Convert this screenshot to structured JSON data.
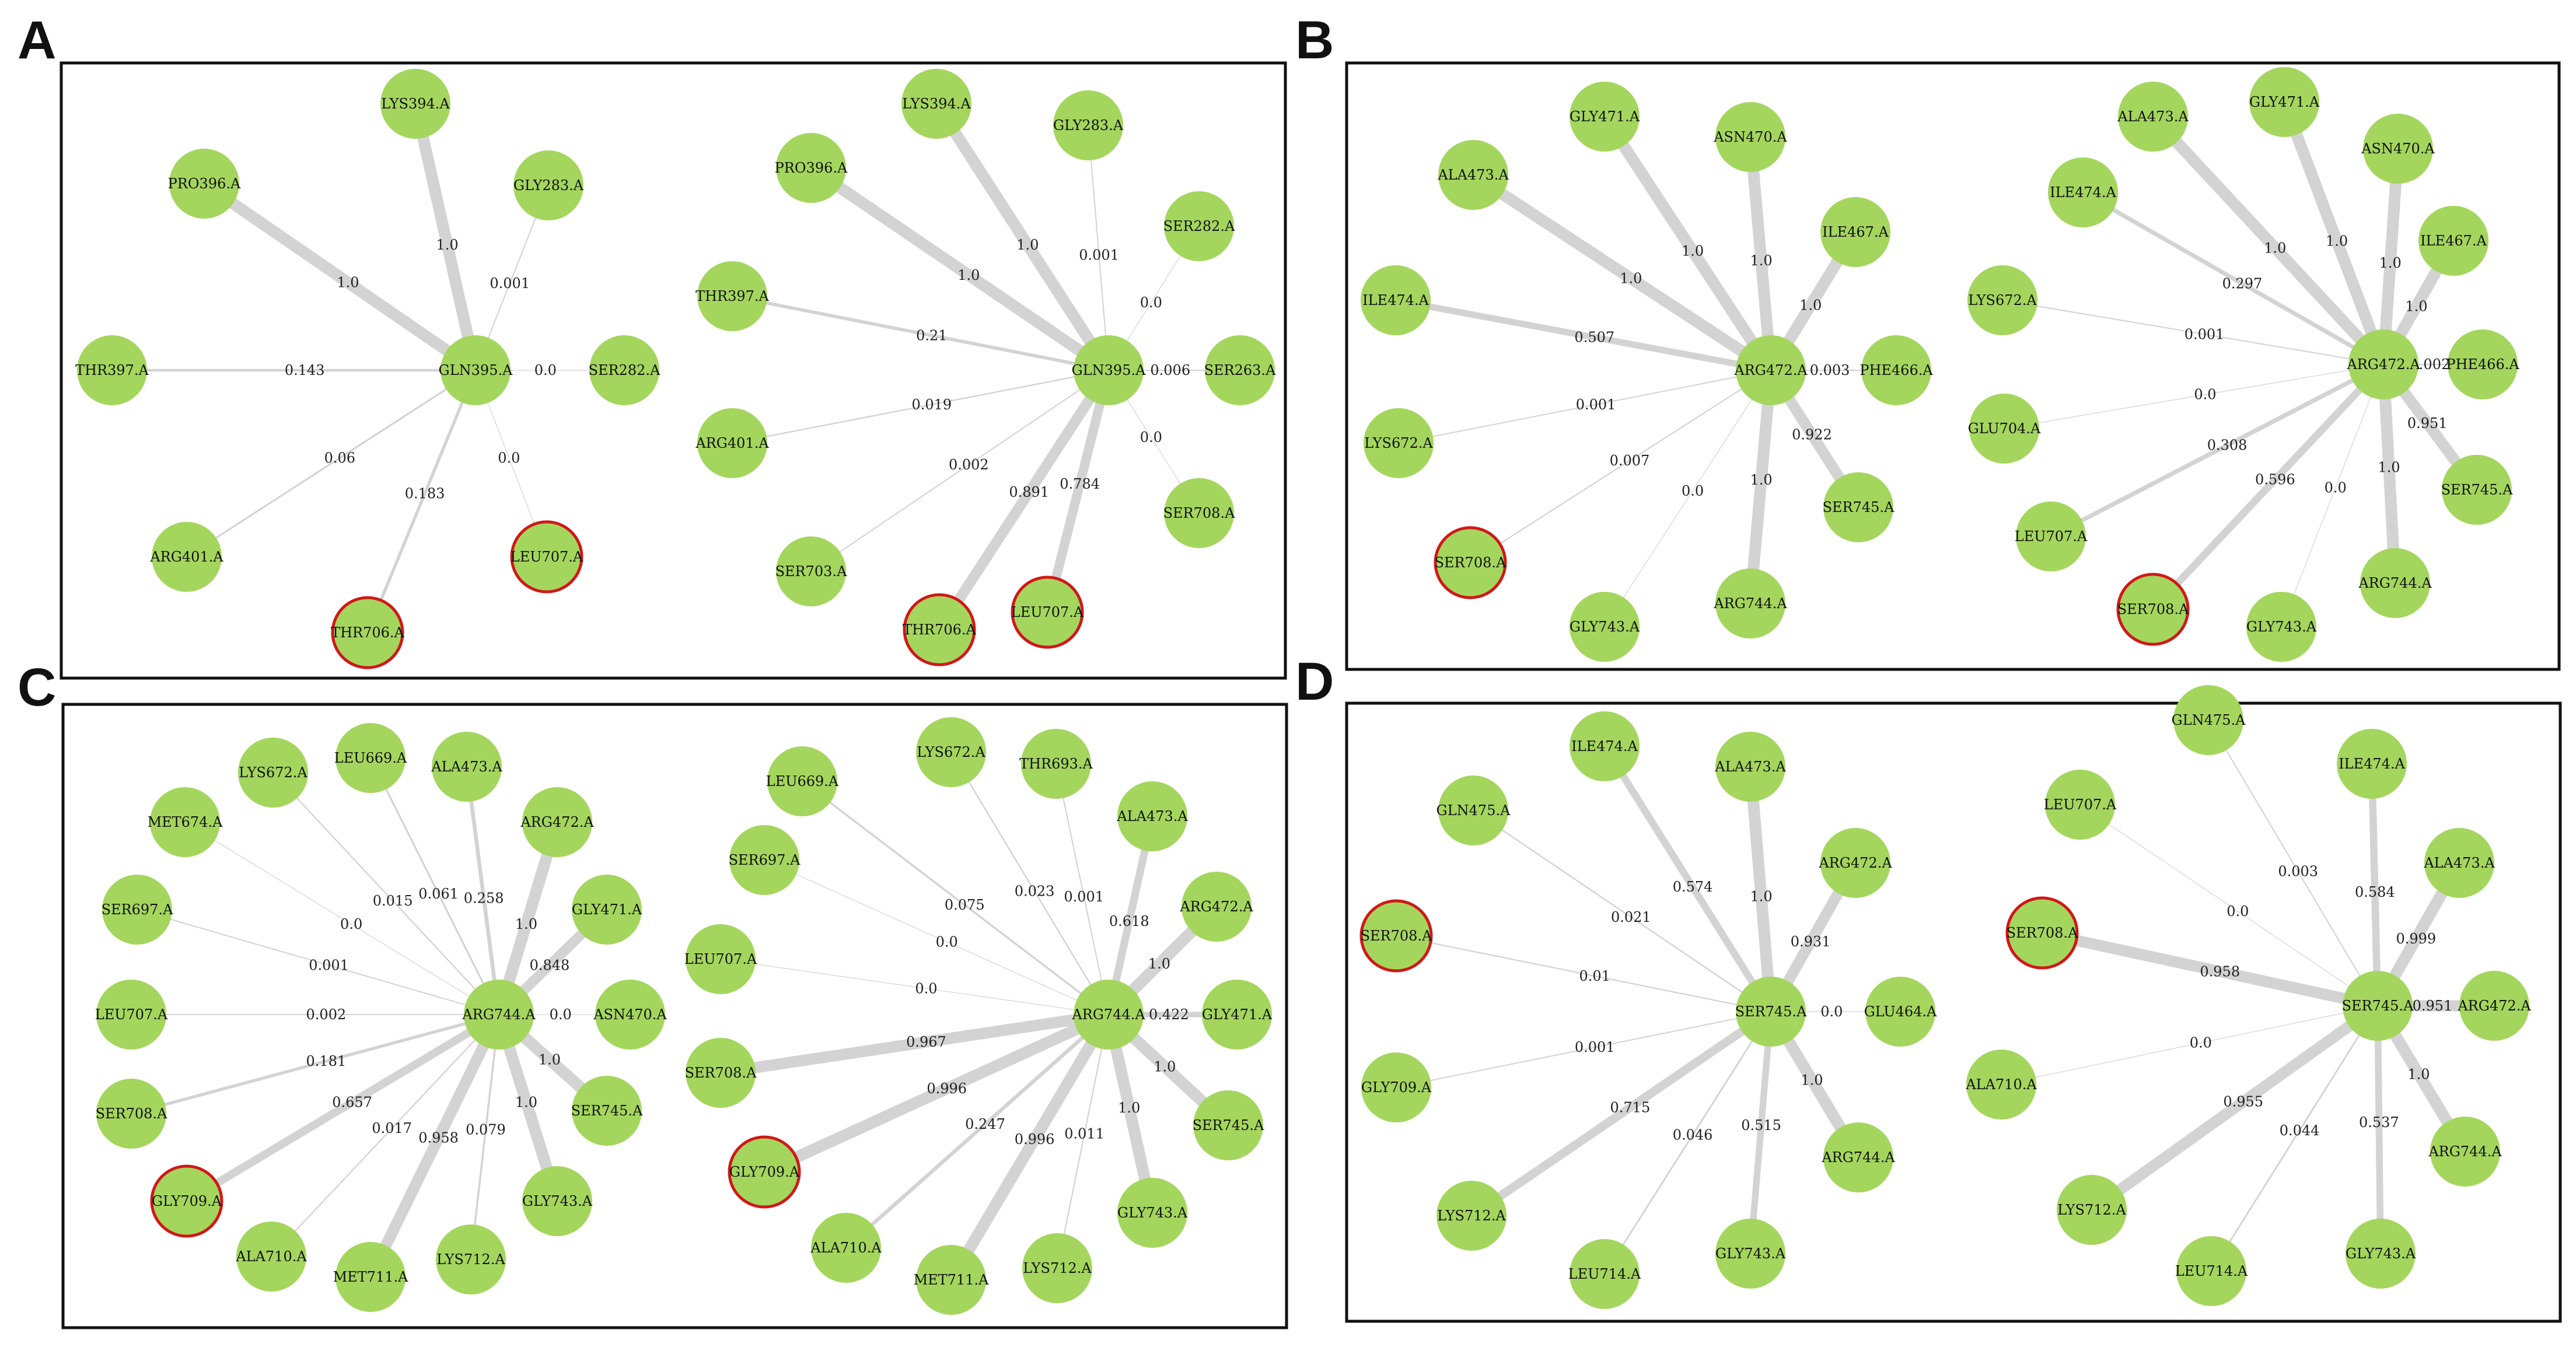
{
  "colors": {
    "node": "#a4d65e",
    "highlight": "#d01818",
    "edge": "#d3d3d3",
    "frame": "#111111"
  },
  "panels": [
    {
      "letter": "A",
      "networks": [
        {
          "center": "GLN395.A",
          "neighbors": [
            {
              "name": "LYS394.A",
              "weight": "1.0"
            },
            {
              "name": "PRO396.A",
              "weight": "1.0"
            },
            {
              "name": "GLY283.A",
              "weight": "0.001"
            },
            {
              "name": "THR397.A",
              "weight": "0.143"
            },
            {
              "name": "SER282.A",
              "weight": "0.0"
            },
            {
              "name": "ARG401.A",
              "weight": "0.06"
            },
            {
              "name": "LEU707.A",
              "weight": "0.0",
              "highlight": true
            },
            {
              "name": "THR706.A",
              "weight": "0.183",
              "highlight": true
            }
          ]
        },
        {
          "center": "GLN395.A",
          "neighbors": [
            {
              "name": "LYS394.A",
              "weight": "1.0"
            },
            {
              "name": "GLY283.A",
              "weight": "0.001"
            },
            {
              "name": "PRO396.A",
              "weight": "1.0"
            },
            {
              "name": "SER282.A",
              "weight": "0.0"
            },
            {
              "name": "THR397.A",
              "weight": "0.21"
            },
            {
              "name": "SER263.A",
              "weight": "0.006"
            },
            {
              "name": "ARG401.A",
              "weight": "0.019"
            },
            {
              "name": "SER708.A",
              "weight": "0.0"
            },
            {
              "name": "SER703.A",
              "weight": "0.002"
            },
            {
              "name": "THR706.A",
              "weight": "0.891",
              "highlight": true
            },
            {
              "name": "LEU707.A",
              "weight": "0.784",
              "highlight": true
            }
          ]
        }
      ]
    },
    {
      "letter": "B",
      "networks": [
        {
          "center": "ARG472.A",
          "neighbors": [
            {
              "name": "GLY471.A",
              "weight": "1.0"
            },
            {
              "name": "ASN470.A",
              "weight": "1.0"
            },
            {
              "name": "ALA473.A",
              "weight": "1.0"
            },
            {
              "name": "ILE467.A",
              "weight": "1.0"
            },
            {
              "name": "ILE474.A",
              "weight": "0.507"
            },
            {
              "name": "PHE466.A",
              "weight": "0.003"
            },
            {
              "name": "LYS672.A",
              "weight": "0.001"
            },
            {
              "name": "SER745.A",
              "weight": "0.922"
            },
            {
              "name": "SER708.A",
              "weight": "0.007",
              "highlight": true
            },
            {
              "name": "GLY743.A",
              "weight": "0.0"
            },
            {
              "name": "ARG744.A",
              "weight": "1.0"
            }
          ]
        },
        {
          "center": "ARG472.A",
          "neighbors": [
            {
              "name": "ALA473.A",
              "weight": "1.0"
            },
            {
              "name": "GLY471.A",
              "weight": "1.0"
            },
            {
              "name": "ASN470.A",
              "weight": "1.0"
            },
            {
              "name": "ILE474.A",
              "weight": "0.297"
            },
            {
              "name": "ILE467.A",
              "weight": "1.0"
            },
            {
              "name": "LYS672.A",
              "weight": "0.001"
            },
            {
              "name": "PHE466.A",
              "weight": "0.002"
            },
            {
              "name": "GLU704.A",
              "weight": "0.0"
            },
            {
              "name": "SER745.A",
              "weight": "0.951"
            },
            {
              "name": "LEU707.A",
              "weight": "0.308"
            },
            {
              "name": "SER708.A",
              "weight": "0.596",
              "highlight": true
            },
            {
              "name": "GLY743.A",
              "weight": "0.0"
            },
            {
              "name": "ARG744.A",
              "weight": "1.0"
            }
          ]
        }
      ]
    },
    {
      "letter": "C",
      "networks": [
        {
          "center": "ARG744.A",
          "neighbors": [
            {
              "name": "LEU669.A",
              "weight": "0.061"
            },
            {
              "name": "LYS672.A",
              "weight": "0.015"
            },
            {
              "name": "ALA473.A",
              "weight": "0.258"
            },
            {
              "name": "MET674.A",
              "weight": "0.0"
            },
            {
              "name": "ARG472.A",
              "weight": "1.0"
            },
            {
              "name": "SER697.A",
              "weight": "0.001"
            },
            {
              "name": "GLY471.A",
              "weight": "0.848"
            },
            {
              "name": "LEU707.A",
              "weight": "0.002"
            },
            {
              "name": "ASN470.A",
              "weight": "0.0"
            },
            {
              "name": "SER708.A",
              "weight": "0.181"
            },
            {
              "name": "SER745.A",
              "weight": "1.0"
            },
            {
              "name": "GLY709.A",
              "weight": "0.657",
              "highlight": true
            },
            {
              "name": "GLY743.A",
              "weight": "1.0"
            },
            {
              "name": "ALA710.A",
              "weight": "0.017"
            },
            {
              "name": "MET711.A",
              "weight": "0.958"
            },
            {
              "name": "LYS712.A",
              "weight": "0.079"
            }
          ]
        },
        {
          "center": "ARG744.A",
          "neighbors": [
            {
              "name": "LYS672.A",
              "weight": "0.023"
            },
            {
              "name": "LEU669.A",
              "weight": "0.075"
            },
            {
              "name": "THR693.A",
              "weight": "0.001"
            },
            {
              "name": "ALA473.A",
              "weight": "0.618"
            },
            {
              "name": "SER697.A",
              "weight": "0.0"
            },
            {
              "name": "ARG472.A",
              "weight": "1.0"
            },
            {
              "name": "LEU707.A",
              "weight": "0.0"
            },
            {
              "name": "GLY471.A",
              "weight": "0.422"
            },
            {
              "name": "SER708.A",
              "weight": "0.967"
            },
            {
              "name": "SER745.A",
              "weight": "1.0"
            },
            {
              "name": "GLY709.A",
              "weight": "0.996",
              "highlight": true
            },
            {
              "name": "GLY743.A",
              "weight": "1.0"
            },
            {
              "name": "ALA710.A",
              "weight": "0.247"
            },
            {
              "name": "MET711.A",
              "weight": "0.996"
            },
            {
              "name": "LYS712.A",
              "weight": "0.011"
            }
          ]
        }
      ]
    },
    {
      "letter": "D",
      "networks": [
        {
          "center": "SER745.A",
          "neighbors": [
            {
              "name": "ILE474.A",
              "weight": "0.574"
            },
            {
              "name": "ALA473.A",
              "weight": "1.0"
            },
            {
              "name": "GLN475.A",
              "weight": "0.021"
            },
            {
              "name": "ARG472.A",
              "weight": "0.931"
            },
            {
              "name": "SER708.A",
              "weight": "0.01",
              "highlight": true
            },
            {
              "name": "GLU464.A",
              "weight": "0.0"
            },
            {
              "name": "GLY709.A",
              "weight": "0.001"
            },
            {
              "name": "ARG744.A",
              "weight": "1.0"
            },
            {
              "name": "LYS712.A",
              "weight": "0.715"
            },
            {
              "name": "LEU714.A",
              "weight": "0.046"
            },
            {
              "name": "GLY743.A",
              "weight": "0.515"
            }
          ]
        },
        {
          "center": "SER745.A",
          "neighbors": [
            {
              "name": "GLN475.A",
              "weight": "0.003"
            },
            {
              "name": "ILE474.A",
              "weight": "0.584"
            },
            {
              "name": "LEU707.A",
              "weight": "0.0"
            },
            {
              "name": "ALA473.A",
              "weight": "0.999"
            },
            {
              "name": "SER708.A",
              "weight": "0.958",
              "highlight": true
            },
            {
              "name": "ARG472.A",
              "weight": "0.951"
            },
            {
              "name": "ALA710.A",
              "weight": "0.0"
            },
            {
              "name": "ARG744.A",
              "weight": "1.0"
            },
            {
              "name": "LYS712.A",
              "weight": "0.955"
            },
            {
              "name": "LEU714.A",
              "weight": "0.044"
            },
            {
              "name": "GLY743.A",
              "weight": "0.537"
            }
          ]
        }
      ]
    }
  ]
}
